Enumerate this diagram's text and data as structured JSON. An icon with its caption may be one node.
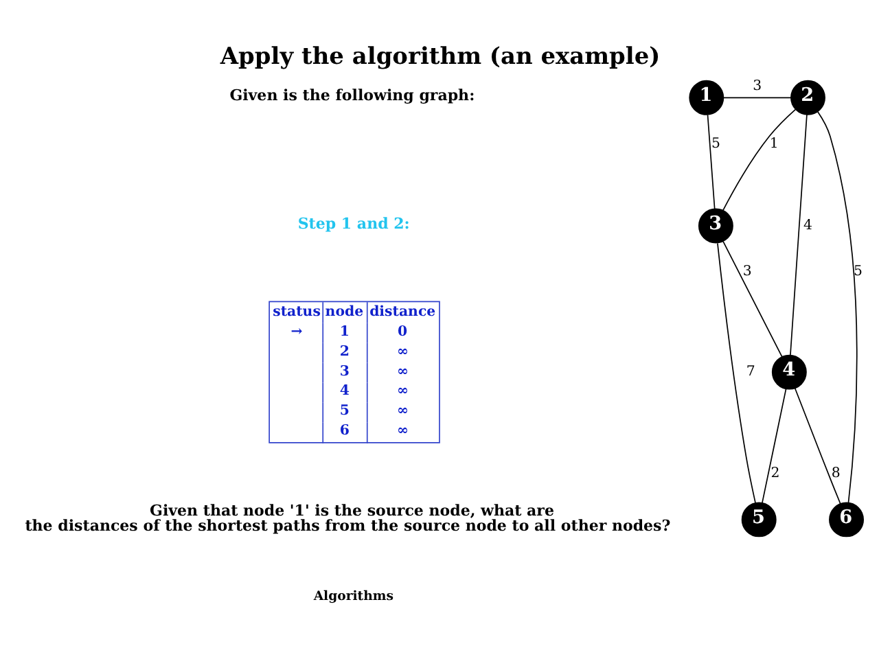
{
  "diagram": {
    "title": "Apply the algorithm (an example)",
    "nodes": [
      {
        "text": [
          "1"
        ]
      },
      {
        "text": [
          "2"
        ]
      },
      {
        "text": [
          "3"
        ]
      },
      {
        "text": [
          "4"
        ]
      },
      {
        "text": [
          "5"
        ]
      },
      {
        "text": [
          "6"
        ]
      }
    ],
    "edges": [
      {
        "from": 0,
        "to": 1,
        "arrow": "none",
        "label": "3"
      },
      {
        "from": 0,
        "to": 2,
        "arrow": "none",
        "label": "5"
      },
      {
        "from": 1,
        "to": 2,
        "arrow": "none",
        "label": "1"
      },
      {
        "from": 1,
        "to": 3,
        "arrow": "none",
        "label": "4"
      },
      {
        "from": 1,
        "to": 5,
        "arrow": "none",
        "label": "5"
      },
      {
        "from": 2,
        "to": 3,
        "arrow": "none",
        "label": "3"
      },
      {
        "from": 3,
        "to": 5,
        "arrow": "none",
        "label": "8"
      },
      {
        "from": 2,
        "to": 4,
        "arrow": "none",
        "label": "7"
      },
      {
        "from": 3,
        "to": 4,
        "arrow": "none",
        "label": "2"
      }
    ],
    "labels": [
      "Given is the following graph:",
      "Step 1 and 2:",
      "status",
      "node",
      "distance",
      "→",
      "1",
      "0",
      "2",
      "∞",
      "3",
      "∞",
      "4",
      "∞",
      "5",
      "∞",
      "6",
      "∞",
      "Given that node '1' is the source node, what are the distances of the shortest paths from the source node to all other nodes?",
      "Algorithms"
    ]
  }
}
